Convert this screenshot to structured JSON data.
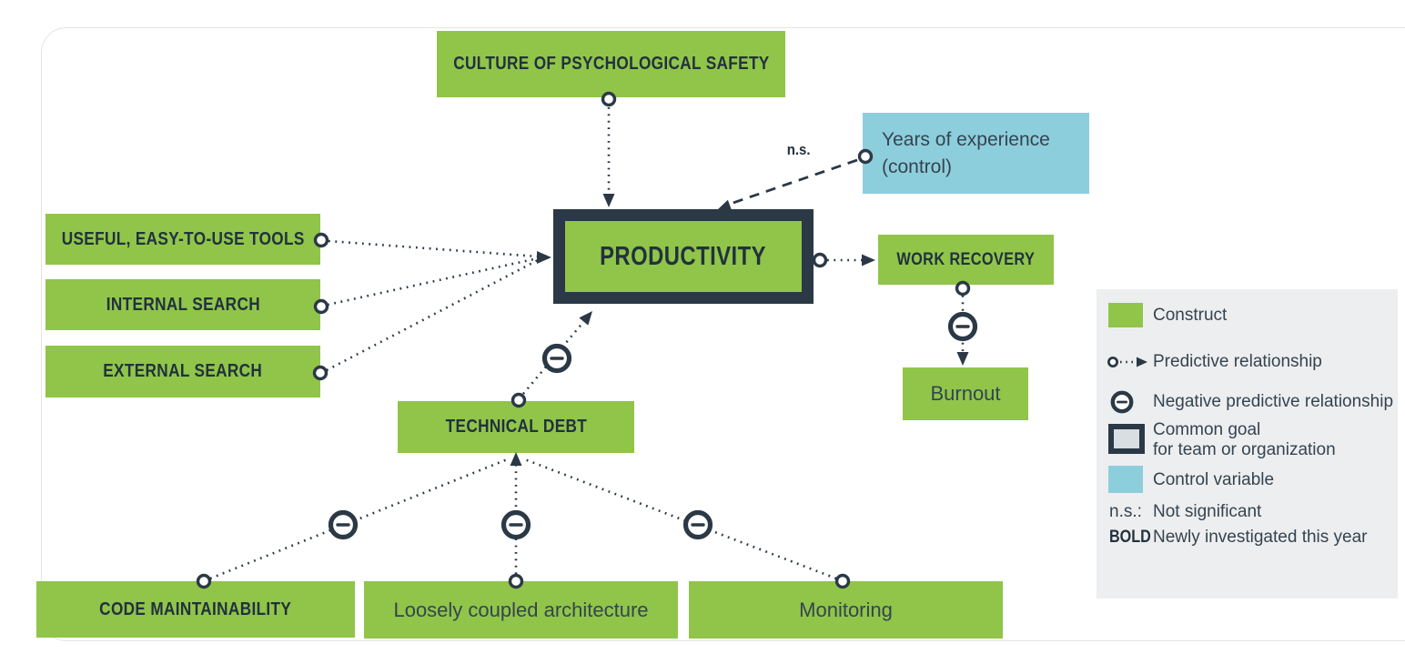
{
  "diagram": {
    "ns_label": "n.s.",
    "nodes": {
      "culture": "CULTURE OF PSYCHOLOGICAL SAFETY",
      "years_line1": "Years of experience",
      "years_line2": "(control)",
      "productivity": "PRODUCTIVITY",
      "tools": "USEFUL, EASY-TO-USE TOOLS",
      "internal_search": "INTERNAL SEARCH",
      "external_search": "EXTERNAL SEARCH",
      "work_recovery": "WORK RECOVERY",
      "burnout": "Burnout",
      "technical_debt": "TECHNICAL DEBT",
      "code_maintainability": "CODE MAINTAINABILITY",
      "loosely_coupled": "Loosely coupled architecture",
      "monitoring": "Monitoring"
    },
    "relationships": [
      {
        "from": "culture_of_psychological_safety",
        "to": "productivity",
        "type": "predictive"
      },
      {
        "from": "useful_easy_to_use_tools",
        "to": "productivity",
        "type": "predictive"
      },
      {
        "from": "internal_search",
        "to": "productivity",
        "type": "predictive"
      },
      {
        "from": "external_search",
        "to": "productivity",
        "type": "predictive"
      },
      {
        "from": "years_of_experience",
        "to": "productivity",
        "type": "control",
        "significance": "n.s."
      },
      {
        "from": "technical_debt",
        "to": "productivity",
        "type": "negative-predictive"
      },
      {
        "from": "productivity",
        "to": "work_recovery",
        "type": "predictive"
      },
      {
        "from": "work_recovery",
        "to": "burnout",
        "type": "negative-predictive"
      },
      {
        "from": "code_maintainability",
        "to": "technical_debt",
        "type": "negative-predictive"
      },
      {
        "from": "loosely_coupled_architecture",
        "to": "technical_debt",
        "type": "negative-predictive"
      },
      {
        "from": "monitoring",
        "to": "technical_debt",
        "type": "negative-predictive"
      }
    ]
  },
  "legend": {
    "construct": "Construct",
    "predictive": "Predictive relationship",
    "negative": "Negative predictive relationship",
    "common_goal_line1": "Common goal",
    "common_goal_line2": "for team or organization",
    "control_variable": "Control variable",
    "ns_key": "n.s.:",
    "ns_value": "Not significant",
    "bold_key": "BOLD",
    "bold_value": "Newly investigated this year"
  },
  "colors": {
    "construct_green": "#90C54A",
    "control_blue": "#8DCEDD",
    "goal_navy": "#2B3946",
    "text_navy": "#22313D",
    "text_regular": "#35444F",
    "legend_bg": "#EDEEF0",
    "card_border": "#E4E4E5"
  }
}
